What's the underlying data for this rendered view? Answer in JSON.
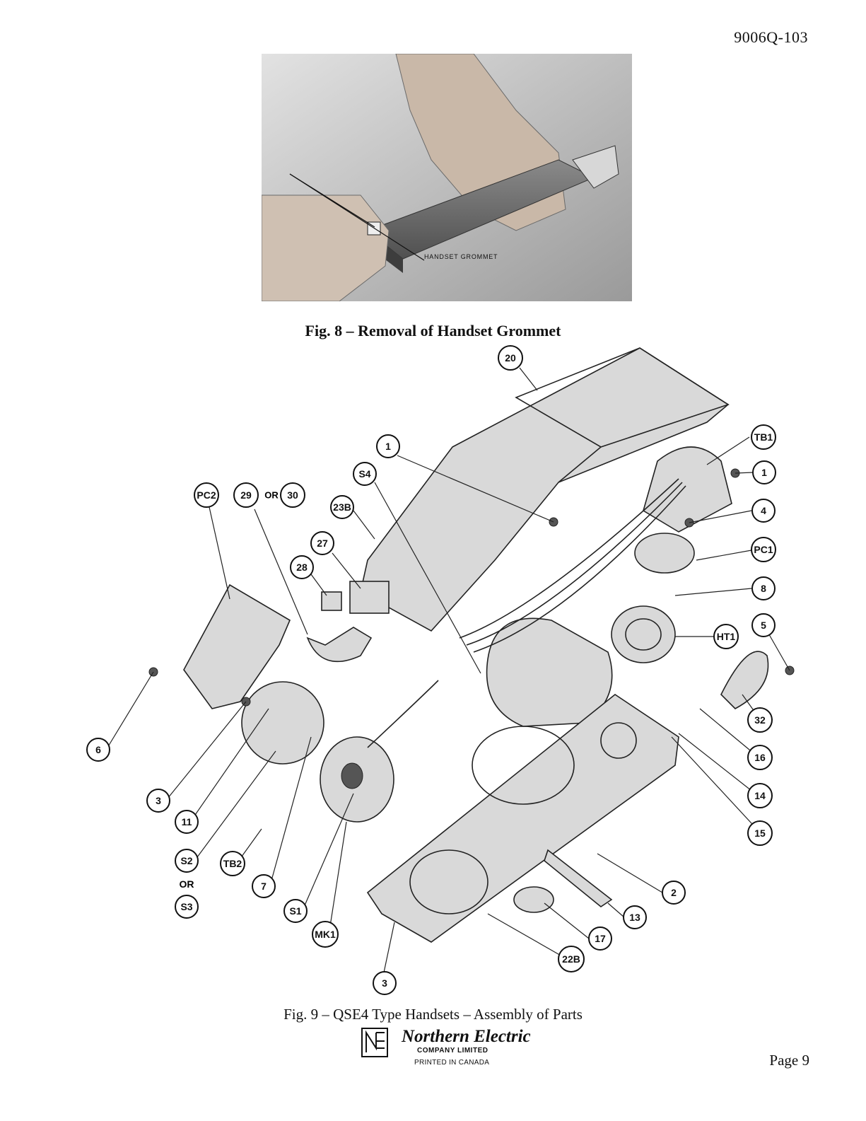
{
  "header": {
    "doc_number": "9006Q-103"
  },
  "fig8": {
    "photo_label": "HANDSET GROMMET",
    "caption": "Fig. 8  –  Removal of Handset Grommet"
  },
  "fig9": {
    "caption": "Fig. 9  –  QSE4 Type Handsets  –  Assembly of Parts",
    "callouts": {
      "c20": "20",
      "c1a": "1",
      "cS4": "S4",
      "cPC2": "PC2",
      "c29": "29",
      "or1": "OR",
      "c30": "30",
      "c23B": "23B",
      "c27": "27",
      "c28": "28",
      "cTB1": "TB1",
      "c1b": "1",
      "c4": "4",
      "cPC1": "PC1",
      "c8": "8",
      "cHT1": "HT1",
      "c5": "5",
      "c32": "32",
      "c16": "16",
      "c14": "14",
      "c15": "15",
      "c6": "6",
      "c3a": "3",
      "c11": "11",
      "cS2": "S2",
      "or2": "OR",
      "cS3": "S3",
      "cTB2": "TB2",
      "c7": "7",
      "cS1": "S1",
      "cMK1": "MK1",
      "c2": "2",
      "c13": "13",
      "c17": "17",
      "c22B": "22B",
      "c3b": "3"
    }
  },
  "footer": {
    "brand": "Northern Electric",
    "company": "COMPANY LIMITED",
    "printed": "PRINTED IN CANADA",
    "page": "Page 9"
  },
  "colors": {
    "ink": "#111111",
    "photo_bg": "#c8c8c8",
    "paper": "#ffffff"
  }
}
